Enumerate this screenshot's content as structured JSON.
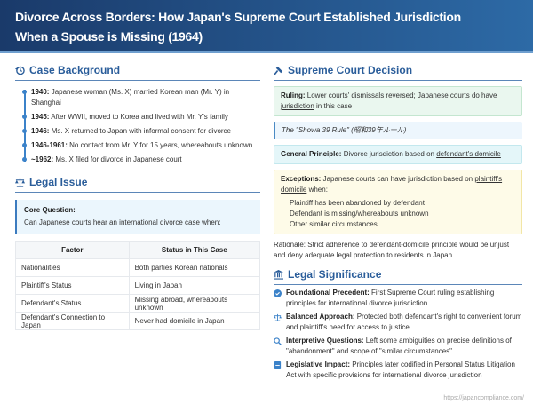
{
  "title_line1": "Divorce Across Borders: How Japan's Supreme Court Established Jurisdiction",
  "title_line2": "When a Spouse is Missing (1964)",
  "background": {
    "heading": "Case Background",
    "items": [
      {
        "year": "1940:",
        "text": " Japanese woman (Ms. X) married Korean man (Mr. Y) in Shanghai"
      },
      {
        "year": "1945:",
        "text": " After WWII, moved to Korea and lived with Mr. Y's family"
      },
      {
        "year": "1946:",
        "text": " Ms. X returned to Japan with informal consent for divorce"
      },
      {
        "year": "1946-1961:",
        "text": " No contact from Mr. Y for 15 years, whereabouts unknown"
      },
      {
        "year": "~1962:",
        "text": " Ms. X filed for divorce in Japanese court"
      }
    ]
  },
  "issue": {
    "heading": "Legal Issue",
    "core_label": "Core Question:",
    "core_text": "Can Japanese courts hear an international divorce case when:",
    "headers": [
      "Factor",
      "Status in This Case"
    ],
    "rows": [
      [
        "Nationalities",
        "Both parties Korean nationals"
      ],
      [
        "Plaintiff's Status",
        "Living in Japan"
      ],
      [
        "Defendant's Status",
        "Missing abroad, whereabouts unknown"
      ],
      [
        "Defendant's Connection to Japan",
        "Never had domicile in Japan"
      ]
    ]
  },
  "decision": {
    "heading": "Supreme Court Decision",
    "ruling_label": "Ruling:",
    "ruling_text": " Lower courts' dismissals reversed; Japanese courts ",
    "ruling_u": "do have jurisdiction",
    "ruling_end": " in this case",
    "rule_name": "The \"Showa 39 Rule\" (昭和39年ルール)",
    "principle_label": "General Principle:",
    "principle_text": " Divorce jurisdiction based on ",
    "principle_u": "defendant's domicile",
    "exceptions_label": "Exceptions:",
    "exceptions_text": " Japanese courts can have jurisdiction based on ",
    "exceptions_u": "plaintiff's domicile",
    "exceptions_end": " when:",
    "exceptions_list": [
      "Plaintiff has been abandoned by defendant",
      "Defendant is missing/whereabouts unknown",
      "Other similar circumstances"
    ],
    "rationale": "Rationale: Strict adherence to defendant-domicile principle would be unjust and deny adequate legal protection to residents in Japan"
  },
  "significance": {
    "heading": "Legal Significance",
    "items": [
      {
        "label": "Foundational Precedent:",
        "text": " First Supreme Court ruling establishing principles for international divorce jurisdiction"
      },
      {
        "label": "Balanced Approach:",
        "text": " Protected both defendant's right to convenient forum and plaintiff's need for access to justice"
      },
      {
        "label": "Interpretive Questions:",
        "text": " Left some ambiguities on precise definitions of \"abandonment\" and scope of \"similar circumstances\""
      },
      {
        "label": "Legislative Impact:",
        "text": " Principles later codified in Personal Status Litigation Act with specific provisions for international divorce jurisdiction"
      }
    ]
  },
  "footer_url": "https://japancompliance.com/"
}
